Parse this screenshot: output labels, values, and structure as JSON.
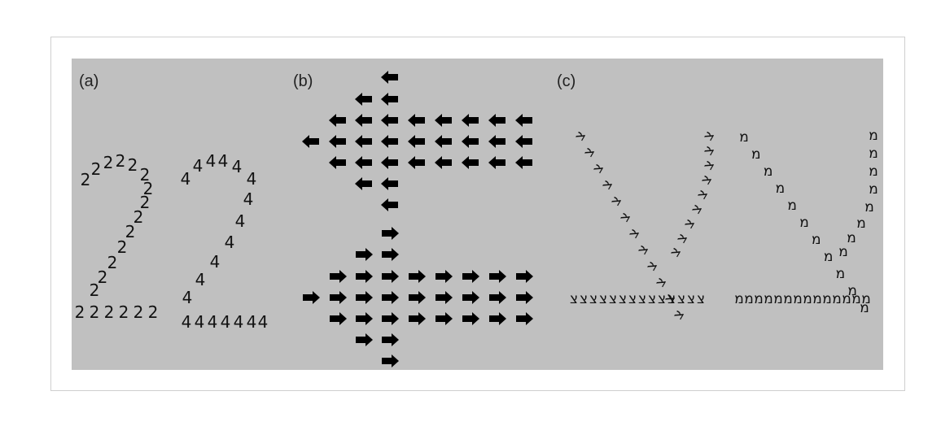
{
  "panels": [
    {
      "label": "(a)"
    },
    {
      "label": "(b)"
    },
    {
      "label": "(c)"
    }
  ],
  "glyphs": {
    "two": "2",
    "four": "4",
    "tsadi": "צ",
    "mem": "מ"
  },
  "arrow_color": "#000000",
  "background_color": "#c0c0c0"
}
